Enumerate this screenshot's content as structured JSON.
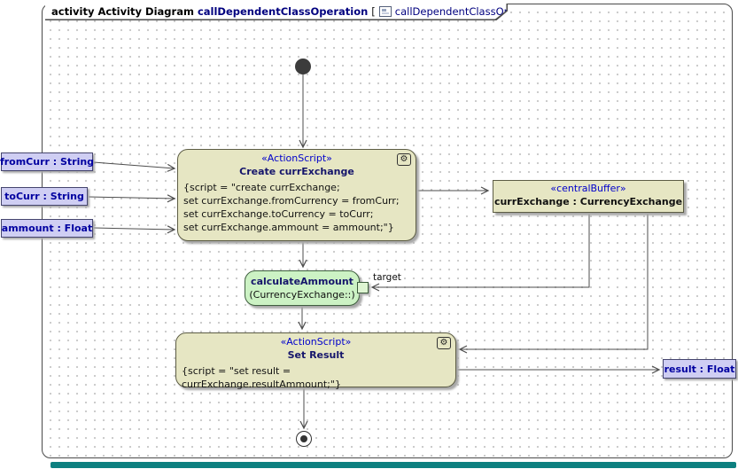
{
  "frame": {
    "keyword": "activity",
    "diagram_type": "Activity Diagram",
    "diagram_name": "callDependentClassOperation",
    "bracket_open": "[",
    "bracket_close": "]",
    "context_name": "callDependentClassOperation"
  },
  "icons": {
    "gear": "⚙"
  },
  "nodes": {
    "create_action": {
      "stereotype": "«ActionScript»",
      "name": "Create currExchange",
      "body_lines": [
        "{script = \"create currExchange;",
        "set currExchange.fromCurrency = fromCurr;",
        "set currExchange.toCurrency = toCurr;",
        "set currExchange.ammount = ammount;\"}"
      ]
    },
    "central_buffer": {
      "stereotype": "«centralBuffer»",
      "name": "currExchange : CurrencyExchange"
    },
    "calculate_action": {
      "name": "calculateAmmount",
      "qualifier": "(CurrencyExchange::)",
      "pin_label": "target"
    },
    "set_result_action": {
      "stereotype": "«ActionScript»",
      "name": "Set Result",
      "body_lines": [
        "{script = \"set result = currExchange.resultAmmount;\"}"
      ]
    },
    "params": {
      "fromCurr": "fromCurr : String",
      "toCurr": "toCurr : String",
      "ammount": "ammount : Float",
      "result": "result : Float"
    }
  },
  "colors": {
    "action_fill": "#e6e6c3",
    "action_border": "#5c5c44",
    "green_fill": "#ccf2c4",
    "param_fill": "#cfcef3",
    "stereotype_text": "#0000cc",
    "param_text": "#0000a0",
    "edge": "#4d4d4d",
    "scrollbar": "#0d8080"
  }
}
